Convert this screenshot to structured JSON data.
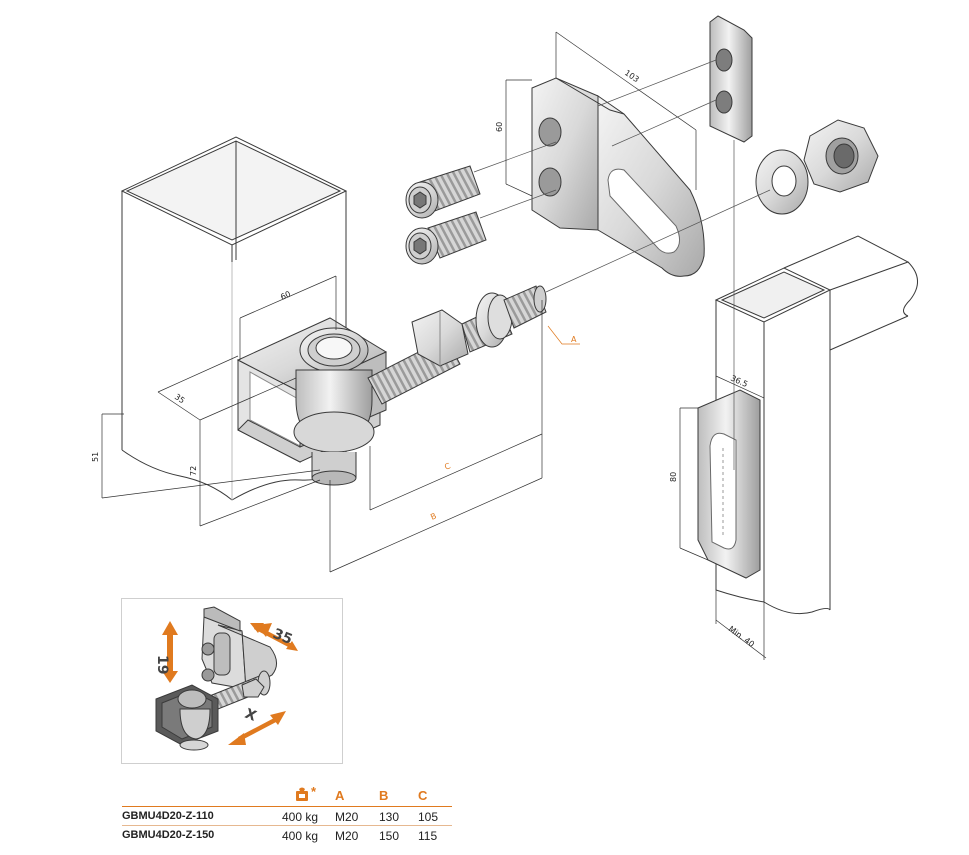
{
  "dimensions": {
    "hinge_60": "60",
    "hinge_35": "35",
    "post_51": "51",
    "post_72": "72",
    "plate_103": "103",
    "plate_60": "60",
    "gate_36_5": "36.5",
    "gate_80": "80",
    "gate_min_40": "Min. 40",
    "label_a": "A",
    "label_b": "B",
    "label_c": "C"
  },
  "inset": {
    "adjust_19": "19",
    "adjust_35": "35",
    "adjust_x": "X"
  },
  "table": {
    "load_symbol": "*",
    "headers": {
      "a": "A",
      "b": "B",
      "c": "C"
    },
    "rows": [
      {
        "model": "GBMU4D20-Z-110",
        "load": "400 kg",
        "a": "M20",
        "b": "130",
        "c": "105"
      },
      {
        "model": "GBMU4D20-Z-150",
        "load": "400 kg",
        "a": "M20",
        "b": "150",
        "c": "115"
      }
    ]
  },
  "colors": {
    "accent": "#e07a1f",
    "line": "#3a3a3a",
    "metal": "#d8d8d8",
    "metal_dark": "#a8a8a8",
    "dark_part": "#555555"
  }
}
